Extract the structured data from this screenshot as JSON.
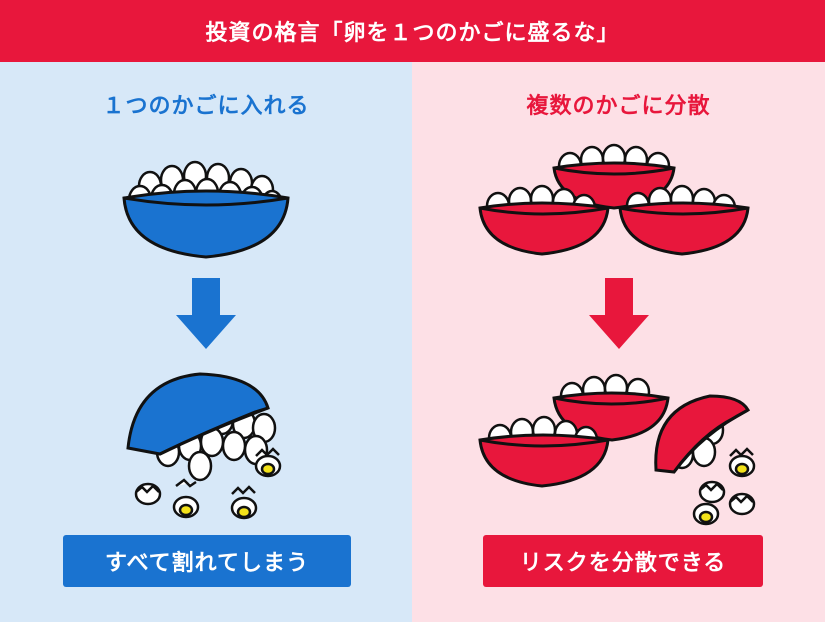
{
  "header": {
    "title": "投資の格言「卵を１つのかごに盛るな」"
  },
  "left": {
    "title": "１つのかごに入れる",
    "result": "すべて割れてしまう",
    "color": "#1a73d0"
  },
  "right": {
    "title": "複数のかごに分散",
    "result": "リスクを分散できる",
    "color": "#e8173c"
  },
  "colors": {
    "header_bg": "#e8173c",
    "left_bg": "#d7e8f8",
    "right_bg": "#fde0e6",
    "yolk": "#f3e21a"
  }
}
